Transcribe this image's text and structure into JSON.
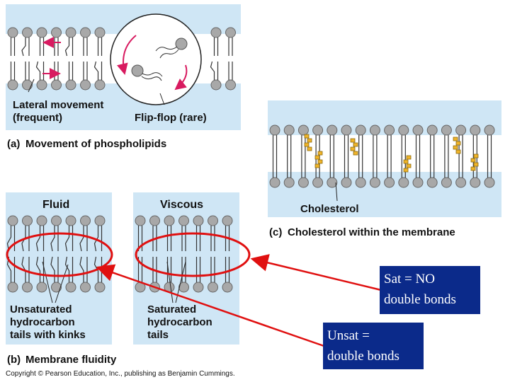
{
  "panel_a": {
    "lateral_label_1": "Lateral movement",
    "lateral_label_2": "(frequent)",
    "flipflop_label": "Flip-flop (rare)",
    "caption_letter": "(a)",
    "caption": "Movement of phospholipids"
  },
  "panel_b": {
    "fluid_title": "Fluid",
    "viscous_title": "Viscous",
    "unsat_label_1": "Unsaturated",
    "unsat_label_2": "hydrocarbon",
    "unsat_label_3": "tails with kinks",
    "sat_label_1": "Saturated",
    "sat_label_2": "hydrocarbon",
    "sat_label_3": "tails",
    "caption_letter": "(b)",
    "caption": "Membrane fluidity"
  },
  "panel_c": {
    "cholesterol_label": "Cholesterol",
    "caption_letter": "(c)",
    "caption": "Cholesterol within the membrane"
  },
  "callouts": {
    "sat_line_1": "Sat = NO",
    "sat_line_2": "double bonds",
    "unsat_line_1": "Unsat =",
    "unsat_line_2": "double bonds"
  },
  "copyright": "Copyright © Pearson Education, Inc., publishing as Benjamin Cummings.",
  "colors": {
    "membrane_blue": "#cfe6f5",
    "head_gray": "#a8a8a8",
    "cholesterol": "#f0b429",
    "highlight_red": "#e01010",
    "callout_navy": "#0b2a8a",
    "flip_arrow": "#d81b60"
  }
}
